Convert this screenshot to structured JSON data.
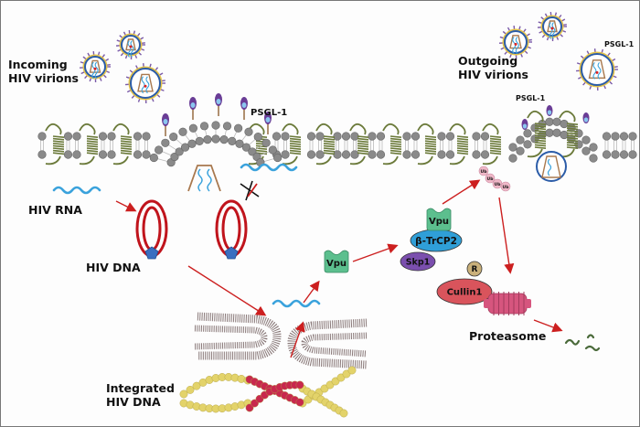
{
  "labels": {
    "incoming": [
      "Incoming",
      "HIV virions"
    ],
    "outgoing": [
      "Outgoing",
      "HIV virions"
    ],
    "psgl_membrane": "PSGL-1",
    "psgl_budding": "PSGL-1",
    "psgl_virion": "PSGL-1",
    "hiv_rna": "HIV RNA",
    "hiv_dna": "HIV DNA",
    "integrated": [
      "Integrated",
      "HIV DNA"
    ],
    "proteasome": "Proteasome"
  },
  "proteins": {
    "vpu_free": "Vpu",
    "vpu_complex": "Vpu",
    "btrcp2": "β-TrCP2",
    "skp1": "Skp1",
    "rbx": "R",
    "cullin1": "Cullin1",
    "ub": "Ub"
  },
  "colors": {
    "arrow": "#cc1f1f",
    "lipid_head": "#8a8a8a",
    "psgl": "#6b7a3a",
    "rna": "#3aa2dc",
    "dna_loop": "#c0141c",
    "vpu": "#5cbf8e",
    "btrcp2": "#2f9fd8",
    "skp1": "#7b4fae",
    "cullin1": "#d9545c",
    "rbx": "#c9b07a",
    "ub": "#f0b8c8",
    "proteasome": "#d6557e",
    "chromatin_yellow": "#e3d36a",
    "chromatin_red": "#c8284e"
  }
}
